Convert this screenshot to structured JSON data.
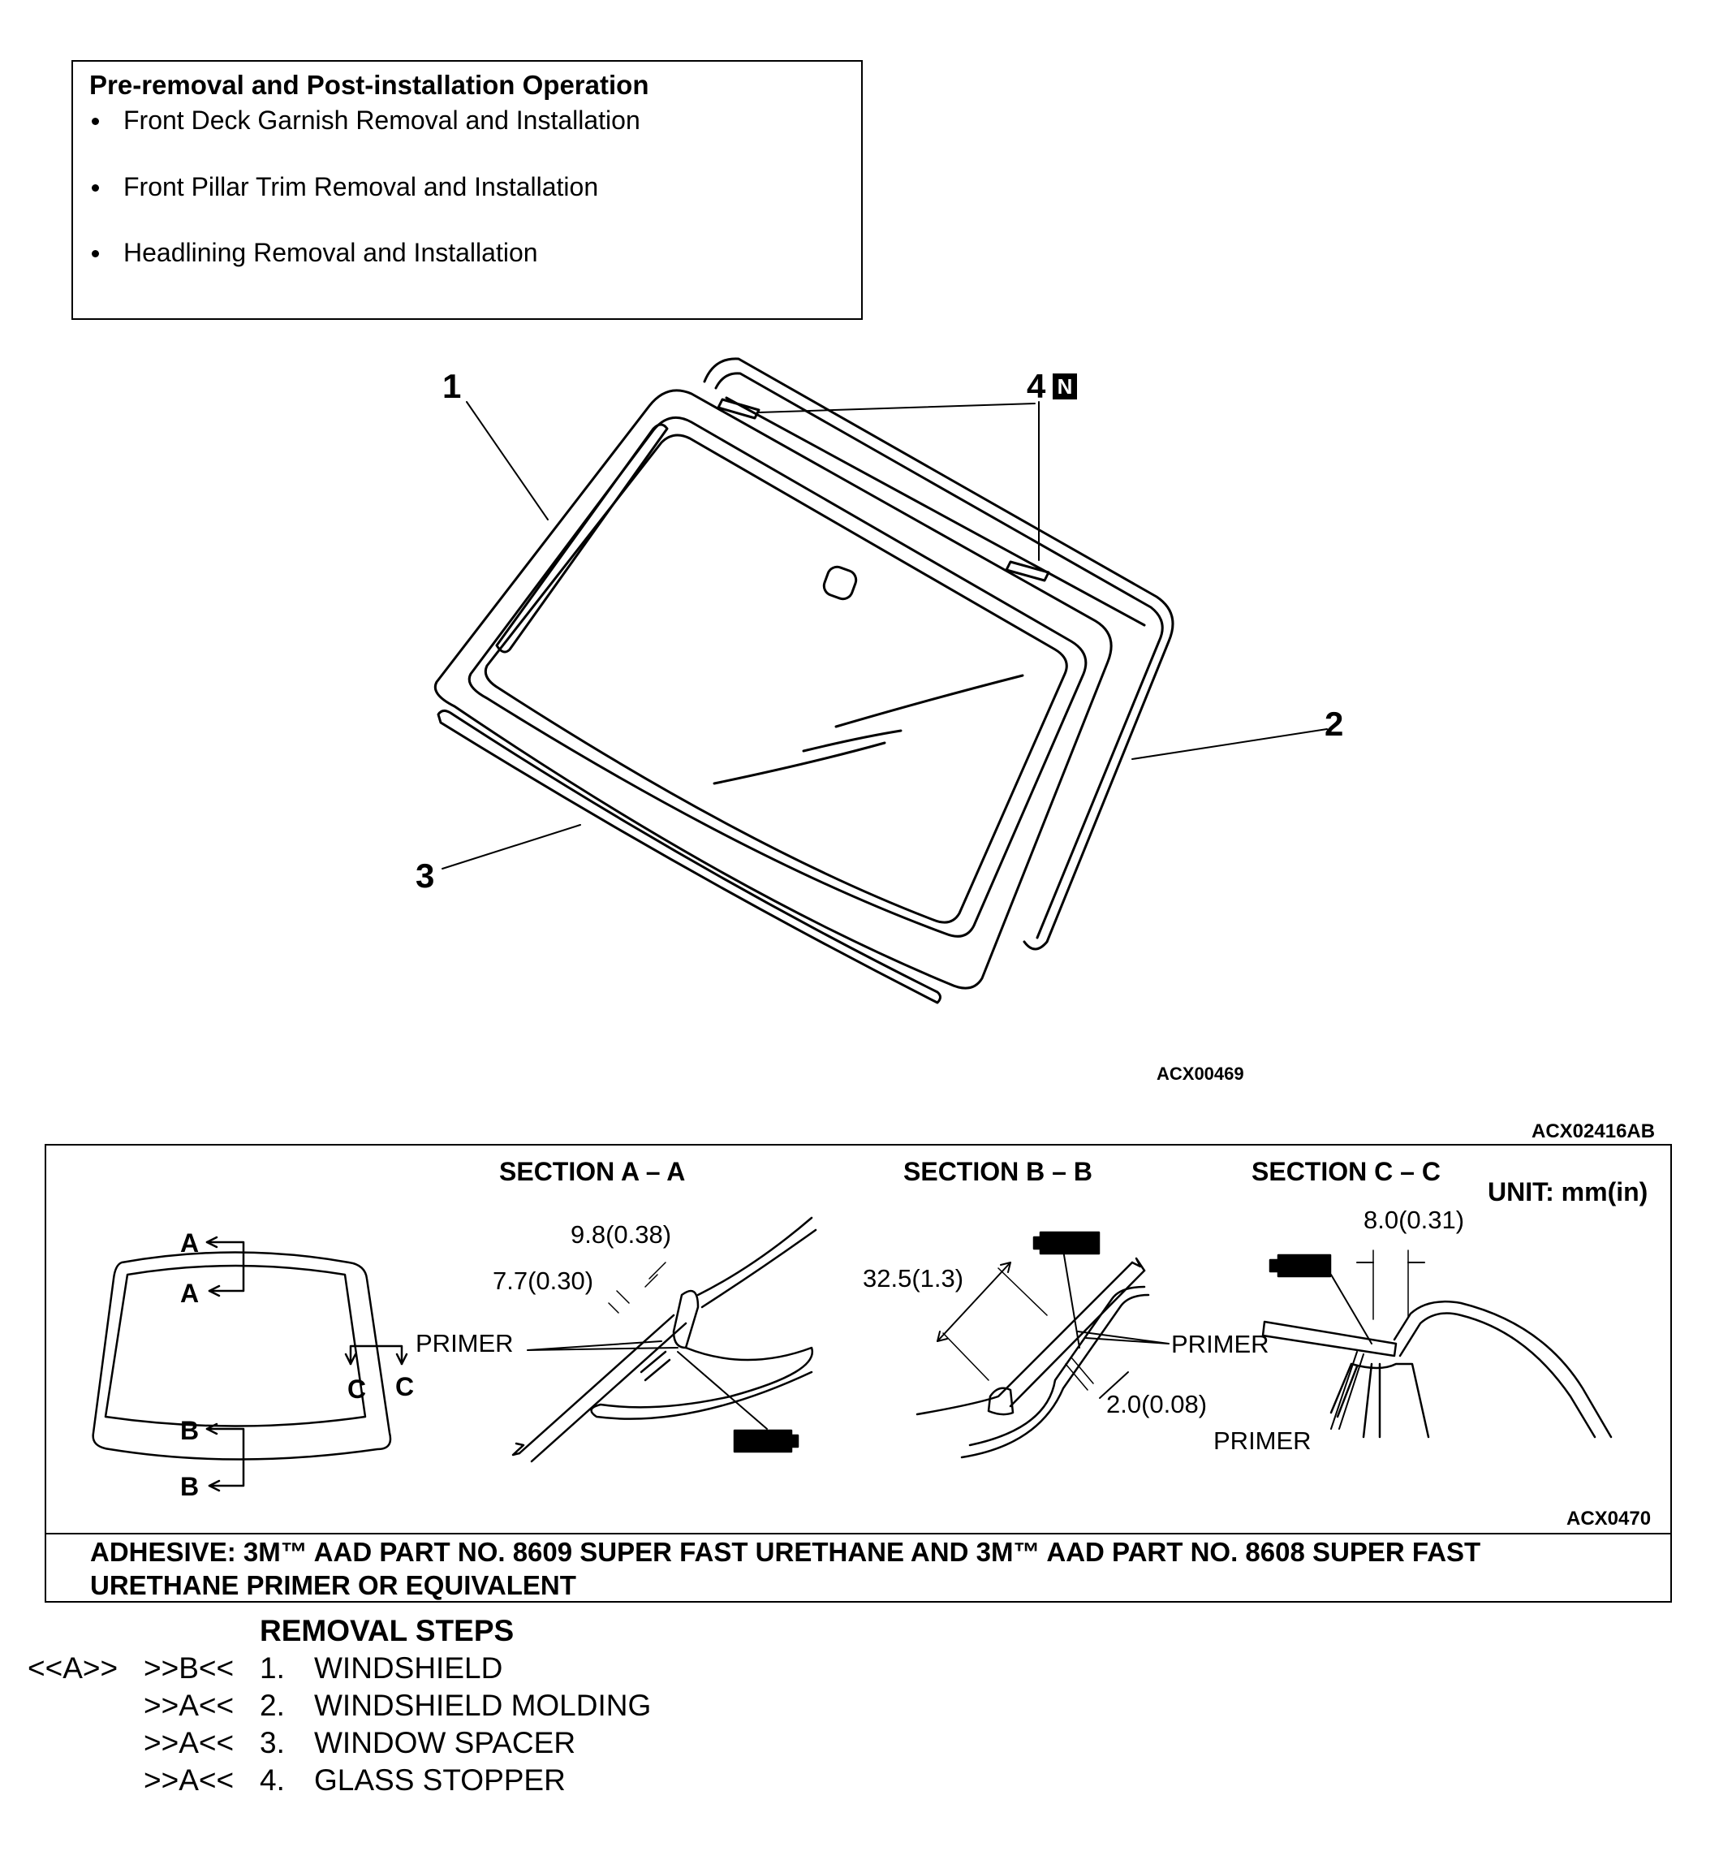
{
  "pre_op": {
    "title": "Pre-removal and Post-installation Operation",
    "items": [
      "Front Deck Garnish Removal and Installation",
      "Front Pillar Trim Removal and Installation",
      "Headlining Removal and Installation"
    ]
  },
  "exploded": {
    "callouts": [
      "1",
      "2",
      "3",
      "4"
    ],
    "new_part_badge": "N",
    "figure_code": "ACX00469"
  },
  "sections": {
    "figure_code_top": "ACX02416AB",
    "unit": "UNIT: mm(in)",
    "titles": [
      "SECTION A – A",
      "SECTION B – B",
      "SECTION C – C"
    ],
    "overview_markers": [
      "A",
      "A",
      "B",
      "B",
      "C",
      "C"
    ],
    "a_a": {
      "dim1": "9.8(0.38)",
      "dim2": "7.7(0.30)",
      "primer": "PRIMER"
    },
    "b_b": {
      "dim1": "32.5(1.3)",
      "dim2": "2.0(0.08)",
      "primer": "PRIMER"
    },
    "c_c": {
      "dim1": "8.0(0.31)",
      "primer": "PRIMER"
    },
    "figure_code_bottom": "ACX0470",
    "adhesive_line1": "ADHESIVE: 3M™ AAD PART NO. 8609 SUPER FAST URETHANE AND 3M™ AAD PART NO. 8608 SUPER FAST",
    "adhesive_line2": "URETHANE PRIMER OR EQUIVALENT"
  },
  "removal": {
    "title": "REMOVAL STEPS",
    "steps": [
      {
        "install_ref": "<<A>>",
        "removal_ref": ">>B<<",
        "num": "1.",
        "label": "WINDSHIELD"
      },
      {
        "install_ref": "",
        "removal_ref": ">>A<<",
        "num": "2.",
        "label": "WINDSHIELD MOLDING"
      },
      {
        "install_ref": "",
        "removal_ref": ">>A<<",
        "num": "3.",
        "label": "WINDOW SPACER"
      },
      {
        "install_ref": "",
        "removal_ref": ">>A<<",
        "num": "4.",
        "label": "GLASS STOPPER"
      }
    ]
  }
}
